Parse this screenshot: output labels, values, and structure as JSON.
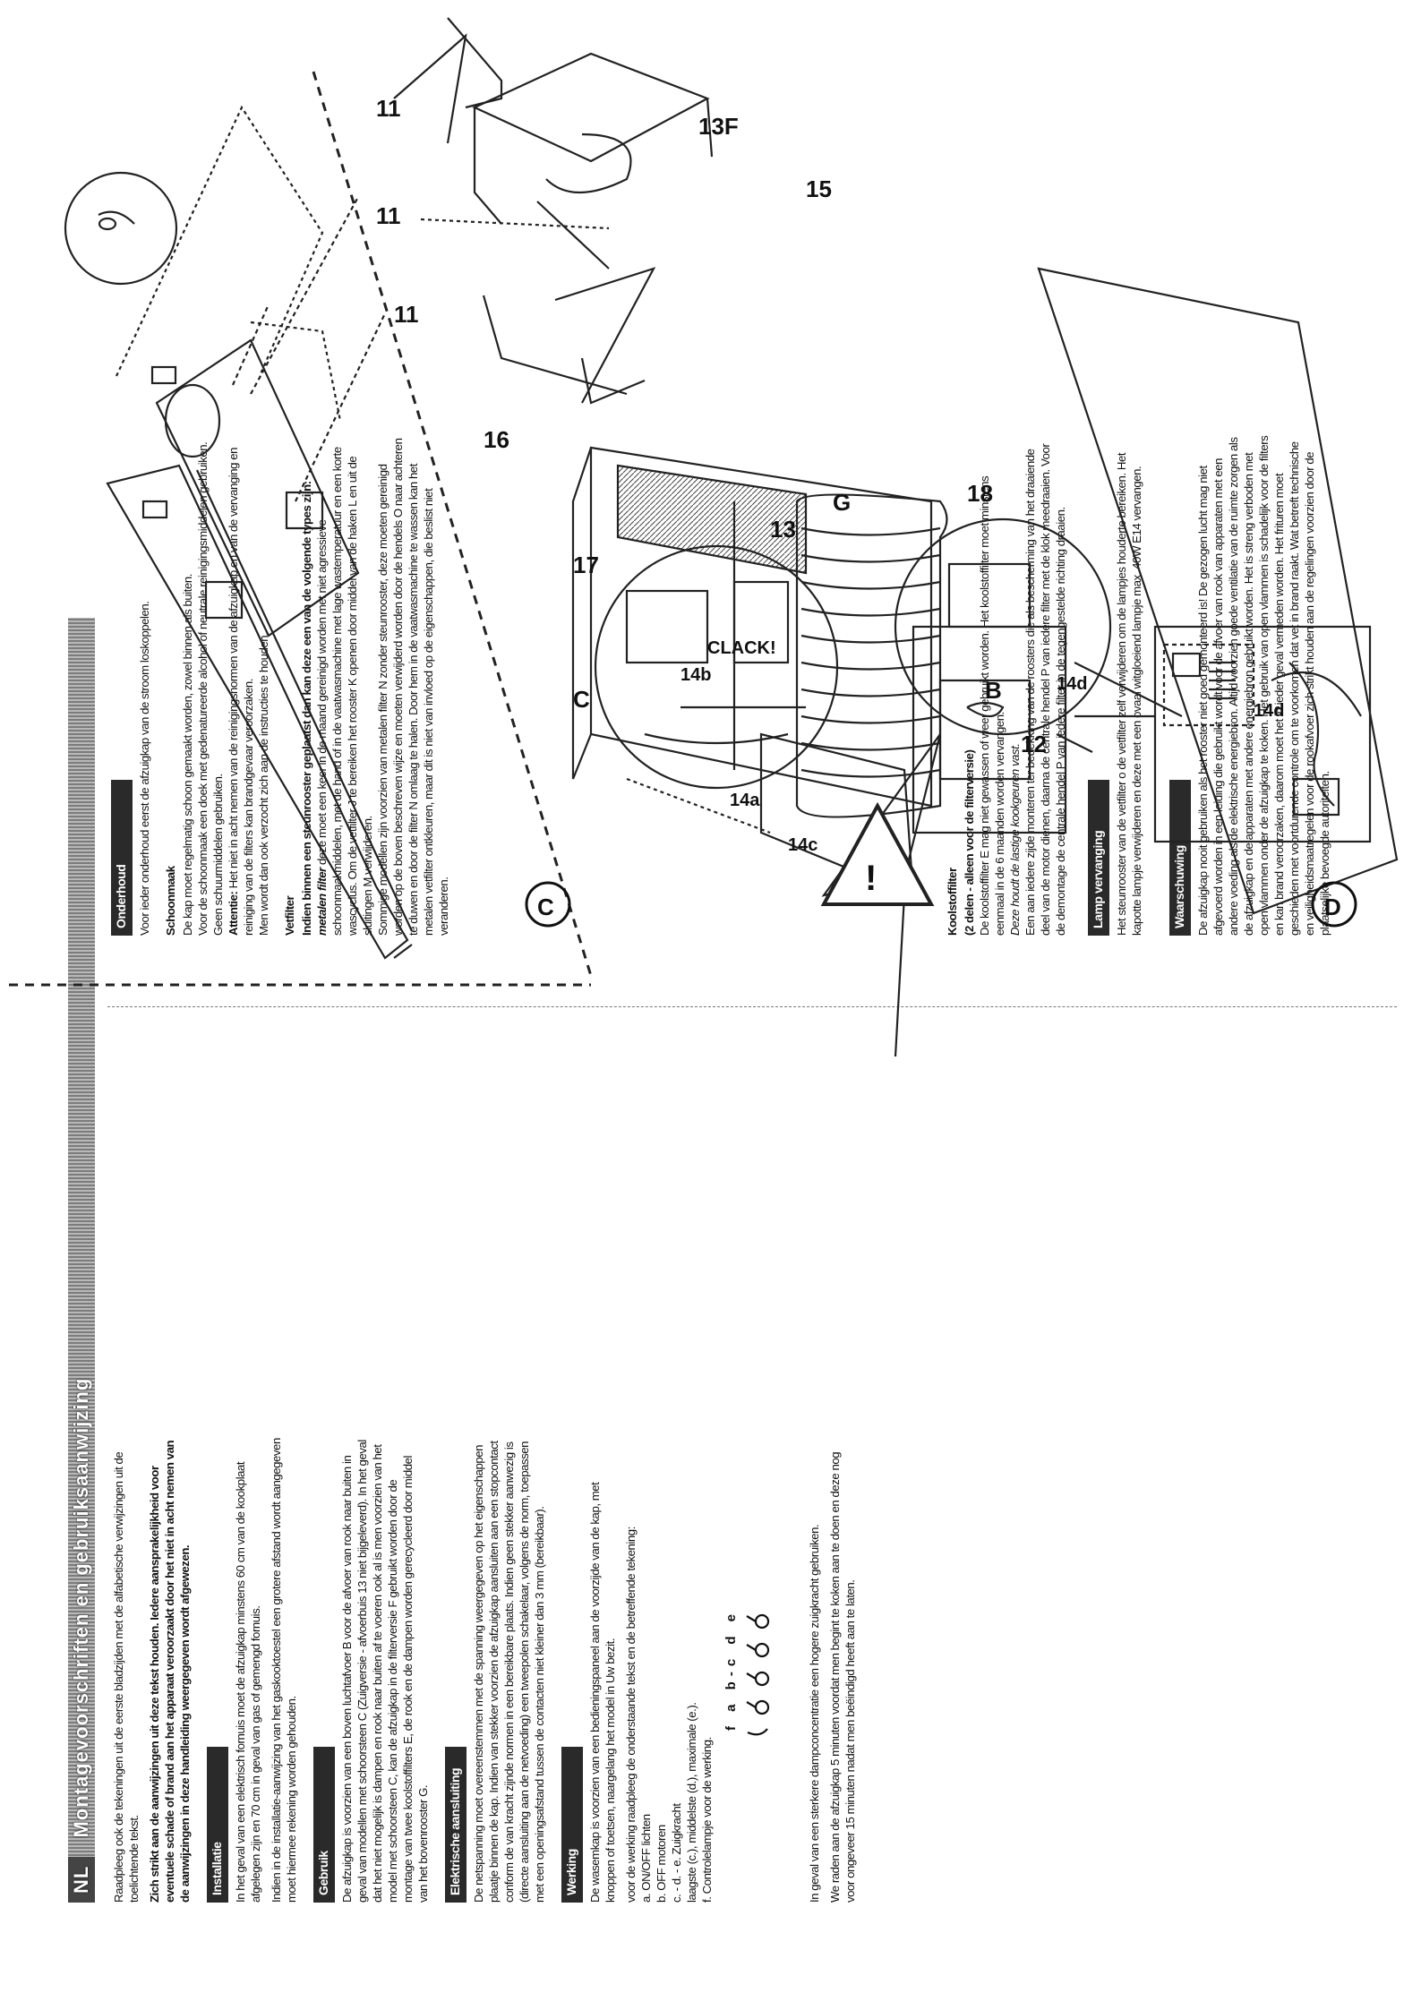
{
  "header": {
    "lang": "NL",
    "title": "Montagevoorschriften en gebruiksaanwijzing"
  },
  "intro": {
    "p1": "Raadpleeg ook de tekeningen uit de eerste bladzijden met de alfabetische verwijzingen uit de toelichtende tekst.",
    "p2": "Zich strikt aan de aanwijzingen uit deze tekst houden. Iedere aansprakelijkheid voor eventuele schade of brand aan het apparaat veroorzaakt door het niet in acht nemen van de aanwijzingen in deze handleiding weergegeven wordt afgewezen."
  },
  "installatie": {
    "heading": "Installatie",
    "p1": "In het geval van een elektrisch fornuis moet de afzuigkap minstens 60 cm van de kookplaat afgelegen zijn en 70 cm in geval van gas of gemengd fornuis.",
    "p2": "Indien in de installatie-aanwijzing van het gaskooktoestel een grotere afstand wordt aangegeven moet hiermee rekening worden gehouden."
  },
  "gebruik": {
    "heading": "Gebruik",
    "p1": "De afzuigkap is voorzien van een boven luchtafvoer B voor de afvoer van rook naar buiten in geval van modellen met schoorsteen C (Zuigversie - afvoerbuis 13 niet bijgeleverd). In het geval dat het niet mogelijk is dampen en rook naar buiten af te voeren ook al is men voorzien van het model met schoorsteen C, kan de afzuigkap in de filterversie F gebruikt worden door de montage van twee koolstoffilters E, de rook en de dampen worden gerecycleerd door middel van het bovenrooster G."
  },
  "elektrisch": {
    "heading": "Elektrische aansluiting",
    "p1": "De netspanning moet overeenstemmen met de spanning weergegeven op het eigenschappen plaatje binnen de kap. Indien van stekker voorzien de afzuigkap aansluiten aan een stopcontact conform de van kracht zijnde normen in een bereikbare plaats. Indien geen stekker aanwezig is (directe aansluiting aan de netvoeding) een tweepolen schakelaar, volgens de norm, toepassen met een openingsafstand tussen de contacten niet kleiner dan 3 mm (bereikbaar)."
  },
  "werking": {
    "heading": "Werking",
    "p1": "De wasemkap is voorzien van een bedieningspaneel aan de voorzijde van de kap, met knoppen of toetsen, naargelang het model in Uw bezit.",
    "p2": "voor de werking raadpleeg de onderstaande tekst en de betreffende tekening:",
    "lines": [
      "a. ON/OFF lichten",
      "b. OFF motoren",
      "c. - d. - e. Zuigkracht",
      "laagste (c.), middelste (d.), maximale (e.).",
      "f. Controlelampje voor de werking."
    ],
    "fan_labels": "f a b-c d e",
    "p3": "In geval van een sterkere dampconcentratie een hogere zuigkracht gebruiken.",
    "p4": "We raden aan de afzuigkap 5 minuten voordat men begint te koken aan te doen en deze nog voor ongeveer 15 minuten nadat men beëindigd heeft aan te laten."
  },
  "onderhoud": {
    "heading": "Onderhoud",
    "p1": "Voor ieder onderhoud eerst de afzuigkap van de stroom loskoppelen.",
    "schoonmaak_title": "Schoonmaak",
    "s1": "De kap moet regelmatig schoon gemaakt worden, zowel binnen als buiten.",
    "s2": "Voor de schoonmaak een doek met gedenatureerde alcohol of neutrale reinigingsmiddelen gebruiken. Geen schuurmiddelen gebruiken.",
    "s3_bold": "Attentie:",
    "s3": "Het niet in acht nemen van de reinigingsnormen van de afzuigkap en van de vervanging en reiniging van de filters kan brandgevaar veroorzaken.",
    "s4": "Men wordt dan ook verzocht zich aan de instructies te houden.",
    "vetfilter_title": "Vetfilter",
    "v1": "Indien binnen een steunrooster geplaatst dan kan deze een van de volgende types zijn:",
    "v2_it": "metalen filter",
    "v2": "deze moet een keer in de maand gereinigd worden met niet agressieve schoonmaakmiddelen, met de hand of in de vaatwasmachine met lage wastemperatuur en een korte wascyclus. Om de vetfilter J te bereiken het rooster K openen door middel van de haken L en uit de sluitingen M verwijderen.",
    "v3": "Sommige modellen zijn voorzien van metalen filter N zonder steunrooster, deze moeten gereinigd worden op de boven beschreven wijze en moeten verwijderd worden door de hendels O naar achteren te duwen en door de filter N omlaag te halen. Door hem in de vaatwasmachine te wassen kan het metalen vetfilter ontkleuren, maar dit is niet van invloed op de eigenschappen, die beslist niet veranderen.",
    "kool_title": "Koolstoffilter",
    "kool_sub": "(2 delen - alleen voor de filterversie)",
    "k1": "De koolstoffilter E mag niet gewassen of weer gebruikt worden. Het koolstoffilter moet minstens eenmaal in de 6 maanden worden vervangen.",
    "k2": "Deze houdt de lastige kookgeuren vast.",
    "k3": "Een aan iedere zijde monteren ter bedekking van de roosters die als bescherming van het draaiende deel van de motor dienen, daarna de centrale hendel P van iedere filter met de klok meedraaien. Voor de demontage de centrale hendel P van iedere filter in de tegengestelde richting draaien."
  },
  "lamp": {
    "heading": "Lamp vervanging",
    "p1": "Het steunrooster van de vetfilter o de vetfilter zelf verwijderen om de lampjes houderte bereiken. Het kapotte lampje verwijderen en deze met een ovaal witgloeiend lampje max. 40W E14 vervangen."
  },
  "waarschuwing": {
    "heading": "Waarschuwing",
    "p1": "De afzuigkap nooit gebruiken als het rooster niet goed gemonteerd is! De gezogen lucht mag niet afgevoerd worden in een leiding die gebruikt wordt voor de afvoer van rook van apparaten met een andere voeding als de elektrische energiebron. Altijd voorzien goede ventilatie van de ruimte zorgen als de afzuigkap en de apparaten met andere energiebron gebruikt worden. Het is streng verboden met open vlammen onder de afzuigkap te koken. Het gebruik van open vlammen is schadelijk voor de filters en kan brand veroorzaken, daarom moet het in ieder geval vermeden worden. Het frituren moet geschieden met voortdurende controle om te voorkomen dat vet in brand raakt. Wat betreft technische en veiligheidsmaatregelen voor de rookafvoer zich strikt houden aan de regelingen voorzien door de plaatselijke bevoegde autoriteiten."
  },
  "figures": {
    "C": {
      "letter": "C",
      "labels": [
        "11",
        "11",
        "11",
        "13F",
        "15",
        "13",
        "B",
        "16",
        "G",
        "17",
        "C",
        "18",
        "12"
      ]
    },
    "D": {
      "letter": "D",
      "labels": [
        "14b",
        "CLACK!",
        "14a",
        "14c",
        "14d",
        "14d"
      ]
    }
  }
}
